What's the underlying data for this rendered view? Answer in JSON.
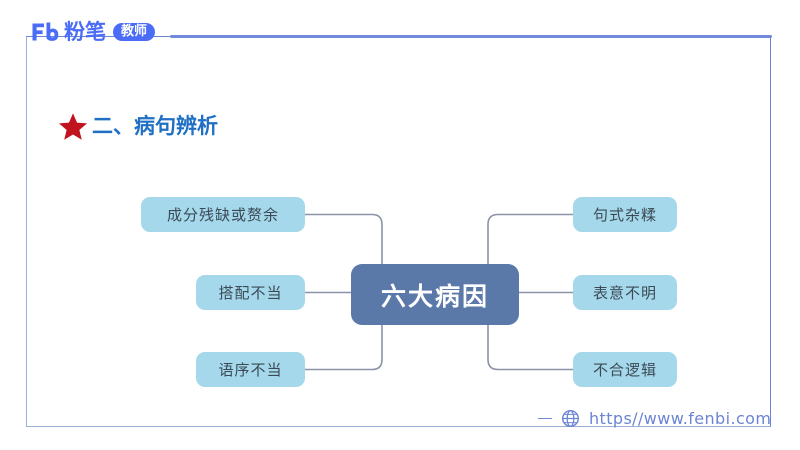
{
  "logo": {
    "mark": "fb-logo-icon",
    "name": "粉笔",
    "badge": "教师"
  },
  "section": {
    "star": "red-star-icon",
    "title": "二、病句辨析"
  },
  "diagram": {
    "type": "mind-map",
    "center": {
      "label": "六大病因",
      "fill": "#5b79a8",
      "text_color": "#ffffff"
    },
    "branch_fill": "#a5d8ea",
    "branch_text_color": "#3b4a56",
    "connector_color": "#8b93a8",
    "left_nodes": [
      {
        "label": "成分残缺或赘余"
      },
      {
        "label": "搭配不当"
      },
      {
        "label": "语序不当"
      }
    ],
    "right_nodes": [
      {
        "label": "句式杂糅"
      },
      {
        "label": "表意不明"
      },
      {
        "label": "不合逻辑"
      }
    ]
  },
  "footer": {
    "icon": "globe-icon",
    "url": "https//www.fenbi.com"
  },
  "colors": {
    "frame_border": "#9aaed8",
    "accent_blue": "#4a6cf7",
    "title_blue": "#1f6fc4",
    "star_red": "#c1121f",
    "footer_blue": "#6b84d4"
  }
}
